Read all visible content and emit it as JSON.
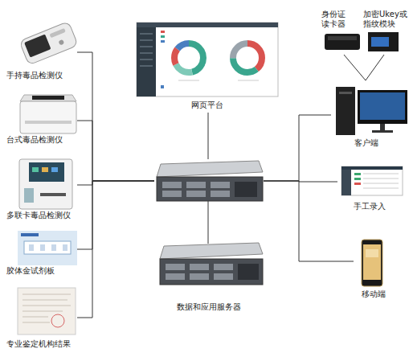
{
  "diagram": {
    "nodes": [
      {
        "text": [
          "手持毒品检测仪"
        ]
      },
      {
        "text": [
          "台式毒品检测仪"
        ]
      },
      {
        "text": [
          "多联卡毒品检测仪"
        ]
      },
      {
        "text": [
          "胶体金试剂板"
        ]
      },
      {
        "text": [
          "专业鉴定机构结果"
        ]
      },
      {
        "text": [
          "网页平台"
        ]
      },
      {
        "text": [
          "数据和应用服务器"
        ]
      },
      {
        "text": [
          "客户端"
        ]
      },
      {
        "text": [
          "手工录入"
        ]
      },
      {
        "text": [
          "移动端"
        ]
      },
      {
        "text": [
          "身份证 读卡器"
        ]
      },
      {
        "text": [
          "加密Ukey或指纹模块"
        ]
      }
    ],
    "edges": [
      {
        "from": 0,
        "to": 6,
        "arrow": "none"
      },
      {
        "from": 1,
        "to": 6,
        "arrow": "none"
      },
      {
        "from": 2,
        "to": 6,
        "arrow": "none"
      },
      {
        "from": 3,
        "to": 6,
        "arrow": "none"
      },
      {
        "from": 4,
        "to": 6,
        "arrow": "none"
      },
      {
        "from": 5,
        "to": 6,
        "arrow": "none"
      },
      {
        "from": 6,
        "to": 7,
        "arrow": "none"
      },
      {
        "from": 6,
        "to": 8,
        "arrow": "none"
      },
      {
        "from": 6,
        "to": 9,
        "arrow": "none"
      },
      {
        "from": 10,
        "to": 7,
        "arrow": "none"
      },
      {
        "from": 11,
        "to": 7,
        "arrow": "none"
      }
    ]
  }
}
